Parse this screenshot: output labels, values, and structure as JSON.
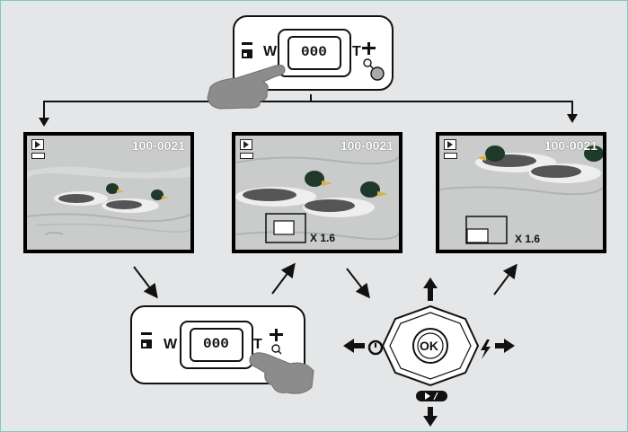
{
  "photos": [
    {
      "file_no": "100-0021",
      "zoom": null
    },
    {
      "file_no": "100-0021",
      "zoom": "X 1.6"
    },
    {
      "file_no": "100-0021",
      "zoom": "X 1.6"
    }
  ],
  "zoom_control": {
    "wide_label": "W",
    "tele_label": "T",
    "rocker_text": "000"
  },
  "dpad": {
    "center_label": "OK"
  },
  "colors": {
    "background": "#e4e6e8",
    "border": "#7fc6c2",
    "hand": "#8c8c8c",
    "water": "#c9ccca"
  }
}
